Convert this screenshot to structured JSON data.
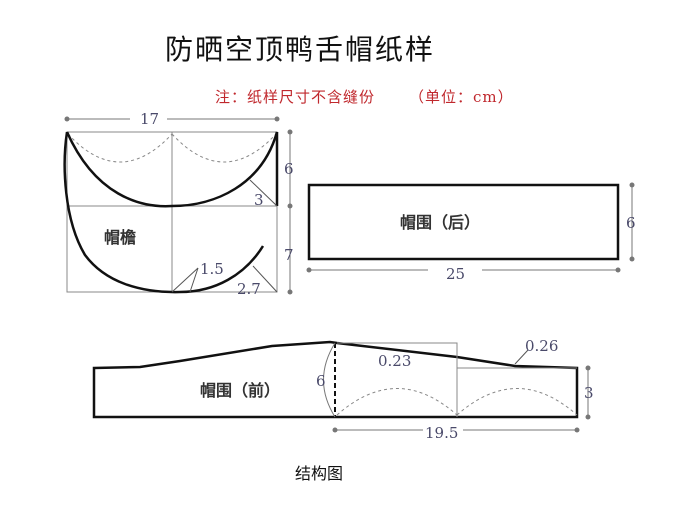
{
  "title": "防晒空顶鸭舌帽纸样",
  "note": {
    "text": "注：纸样尺寸不含缝份",
    "unit": "（单位：cm）",
    "color": "#c0282d"
  },
  "pieces": {
    "brim": {
      "label": "帽檐",
      "dims": {
        "width": "17",
        "upper_height": "6",
        "lower_height": "7",
        "corner": "3",
        "bottom_offset": "1.5",
        "bottom_corner": "2.7"
      }
    },
    "back_band": {
      "label": "帽围（后）",
      "dims": {
        "width": "25",
        "height": "6"
      }
    },
    "front_band": {
      "label": "帽围（前）",
      "dims": {
        "left_height": "6",
        "right_height": "3",
        "width": "19.5",
        "drop1": "0.23",
        "drop2": "0.26"
      }
    }
  },
  "caption": "结构图"
}
